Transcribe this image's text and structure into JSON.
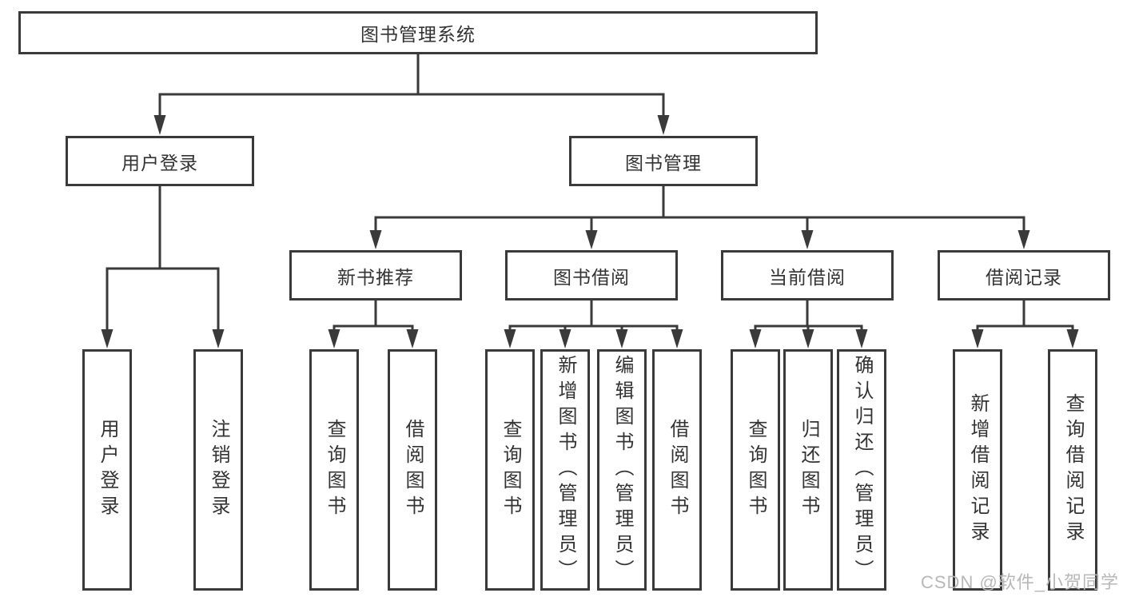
{
  "diagram": {
    "root": {
      "label": "图书管理系统"
    },
    "level1": {
      "user_login": {
        "label": "用户登录"
      },
      "book_mgmt": {
        "label": "图书管理"
      }
    },
    "level2": {
      "new_book": {
        "label": "新书推荐"
      },
      "book_borrow": {
        "label": "图书借阅"
      },
      "current_borrow": {
        "label": "当前借阅"
      },
      "borrow_records": {
        "label": "借阅记录"
      }
    },
    "leaves": {
      "user_login": {
        "label": "用户登录"
      },
      "logout": {
        "label": "注销登录"
      },
      "query_book_new": {
        "label": "查询图书"
      },
      "borrow_book_new": {
        "label": "借阅图书"
      },
      "query_book_borrow": {
        "label": "查询图书"
      },
      "add_book": {
        "label": "新增图书（管理员）"
      },
      "edit_book": {
        "label": "编辑图书（管理员）"
      },
      "borrow_book": {
        "label": "借阅图书"
      },
      "query_book_current": {
        "label": "查询图书"
      },
      "return_book": {
        "label": "归还图书"
      },
      "confirm_return": {
        "label": "确认归还（管理员）"
      },
      "add_borrow_record": {
        "label": "新增借阅记录"
      },
      "query_borrow_record": {
        "label": "查询借阅记录"
      }
    },
    "watermark": "CSDN @软件_小贺同学",
    "colors": {
      "line": "#3a3a3a",
      "text": "#333333",
      "watermark": "#b8b8b8",
      "background": "#ffffff"
    }
  }
}
